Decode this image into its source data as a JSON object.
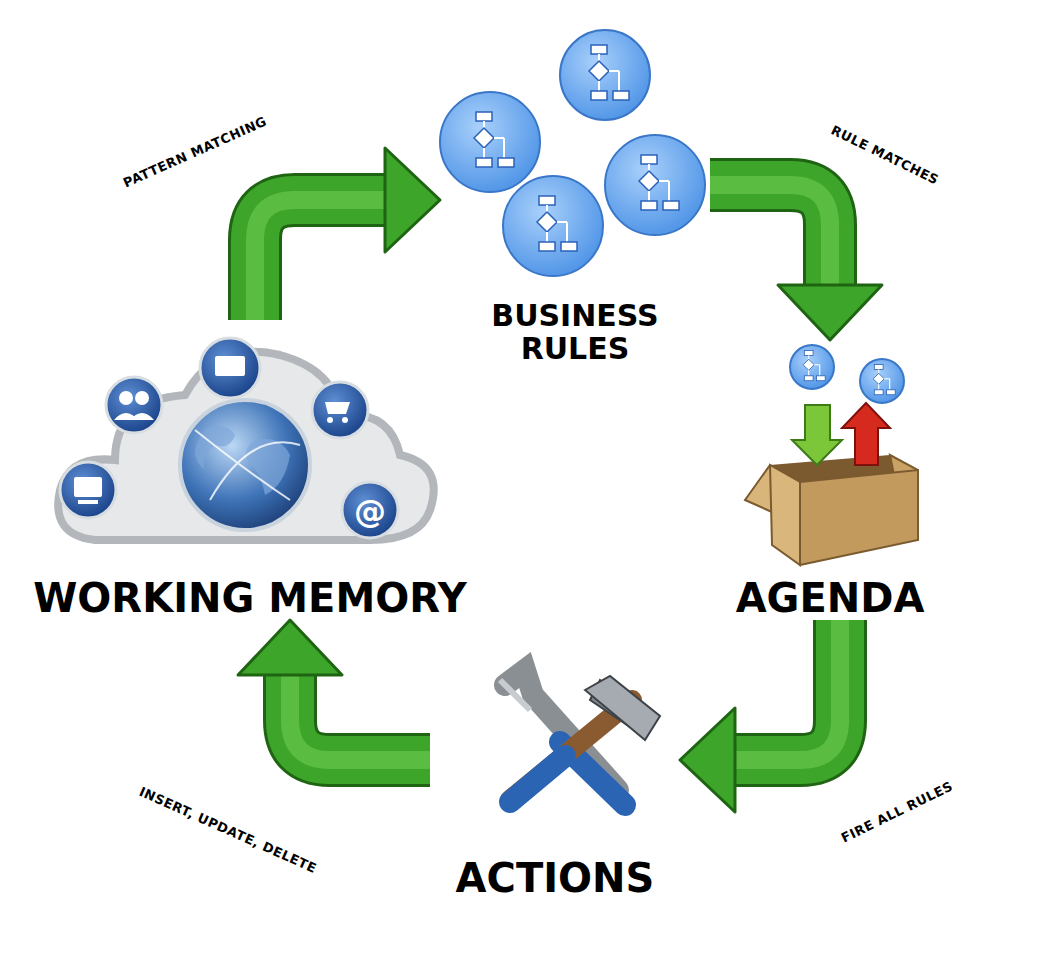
{
  "diagram": {
    "nodes": [
      {
        "text": [
          "BUSINESS RULES"
        ]
      },
      {
        "text": [
          "WORKING MEMORY"
        ]
      },
      {
        "text": [
          "AGENDA"
        ]
      },
      {
        "text": [
          "ACTIONS"
        ]
      }
    ],
    "edges": [
      {
        "from": 1,
        "to": 0,
        "label": "PATTERN MATCHING",
        "arrow": "to"
      },
      {
        "from": 0,
        "to": 2,
        "label": "RULE MATCHES",
        "arrow": "to"
      },
      {
        "from": 2,
        "to": 3,
        "label": "FIRE ALL RULES",
        "arrow": "to"
      },
      {
        "from": 3,
        "to": 1,
        "label": "INSERT, UPDATE, DELETE",
        "arrow": "to"
      }
    ]
  }
}
